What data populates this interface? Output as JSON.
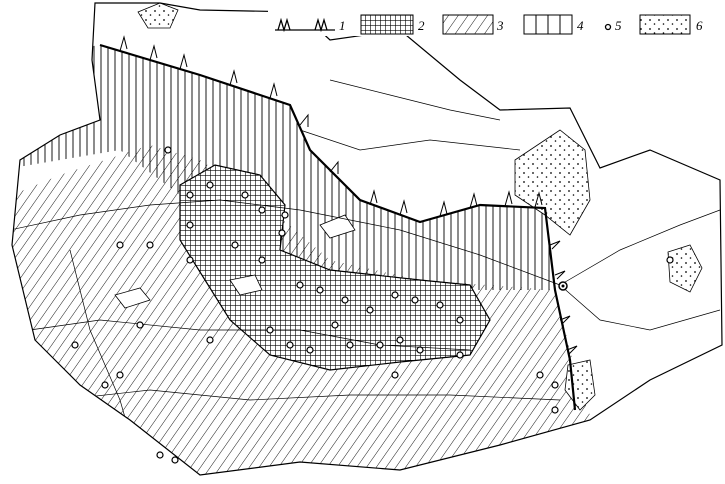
{
  "legend": {
    "items": [
      {
        "id": "1",
        "label": "1",
        "symbol": "toothed-boundary"
      },
      {
        "id": "2",
        "label": "2",
        "symbol": "crosshatch"
      },
      {
        "id": "3",
        "label": "3",
        "symbol": "diagonal-hatch"
      },
      {
        "id": "4",
        "label": "4",
        "symbol": "vertical-hatch"
      },
      {
        "id": "5",
        "label": "5",
        "symbol": "small-circle"
      },
      {
        "id": "6",
        "label": "6",
        "symbol": "dots"
      }
    ]
  },
  "colors": {
    "ink": "#000000",
    "paper": "#ffffff"
  }
}
